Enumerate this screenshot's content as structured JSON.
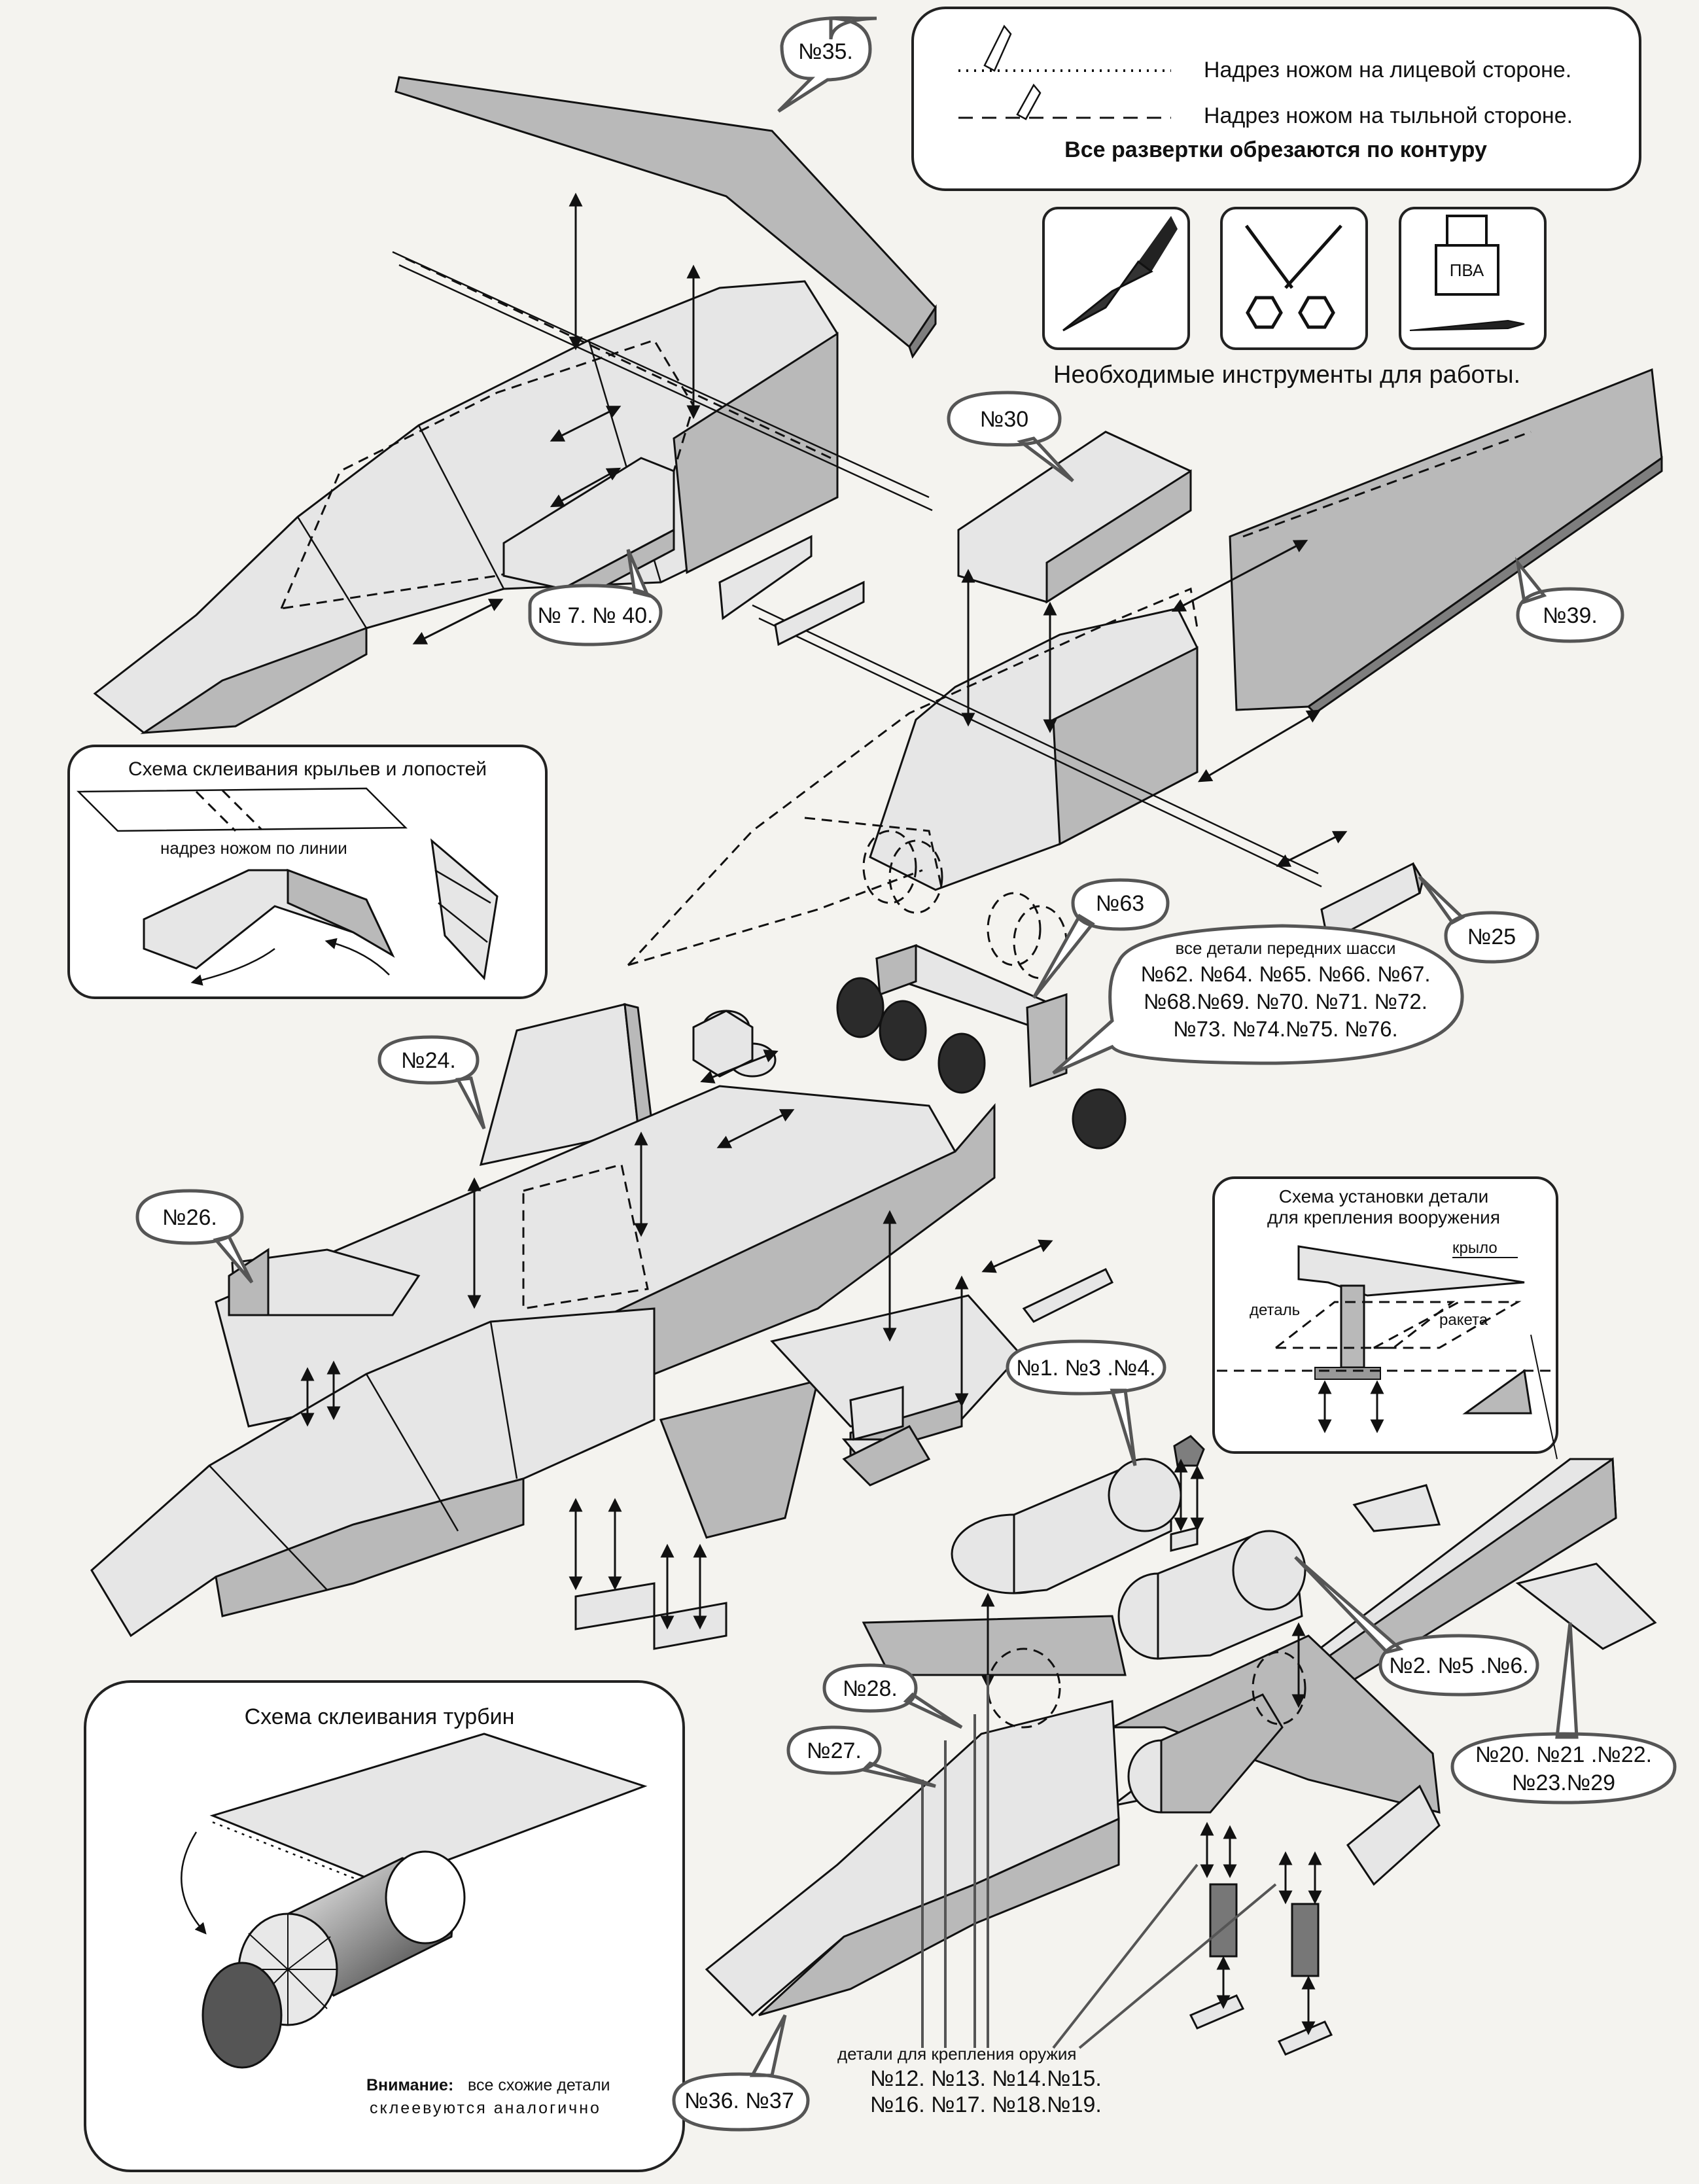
{
  "legend": {
    "line_face": "Надрез ножом на лицевой стороне.",
    "line_back": "Надрез ножом на тыльной стороне.",
    "note": "Все развертки обрезаются по контуру"
  },
  "tools": {
    "caption": "Необходимые инструменты для работы.",
    "glue_label": "ПВА"
  },
  "wing_scheme": {
    "title": "Схема склеивания крыльев и лопостей",
    "cut_label": "надрез ножом по линии"
  },
  "weapon_scheme": {
    "title_line1": "Схема установки детали",
    "title_line2": "для крепления вооружения",
    "wing": "крыло",
    "part": "деталь",
    "rocket": "ракета"
  },
  "turbine_scheme": {
    "title": "Схема склеивания турбин",
    "note_bold": "Внимание:",
    "note_line1": " все схожие детали",
    "note_line2": "склеевуются  аналогично"
  },
  "gear_note": {
    "line1": "все детали передних шасси",
    "line2": "№62. №64. №65. №66. №67.",
    "line3": "№68.№69. №70. №71. №72.",
    "line4": "№73. №74.№75. №76."
  },
  "mount_note": {
    "line1": "детали для крепления оружия",
    "line2": "№12. №13. №14.№15.",
    "line3": "№16. №17. №18.№19."
  },
  "callouts": {
    "c35": "№35.",
    "c7_40": "№ 7. № 40.",
    "c30": "№30",
    "c39": "№39.",
    "c63": "№63",
    "c25": "№25",
    "c24": "№24.",
    "c26": "№26.",
    "c1_3_4": "№1. №3 .№4.",
    "c2_5_6": "№2. №5 .№6.",
    "c20_line1": "№20. №21 .№22.",
    "c20_line2": "№23.№29",
    "c28": "№28.",
    "c27": "№27.",
    "c36_37": "№36. №37"
  }
}
